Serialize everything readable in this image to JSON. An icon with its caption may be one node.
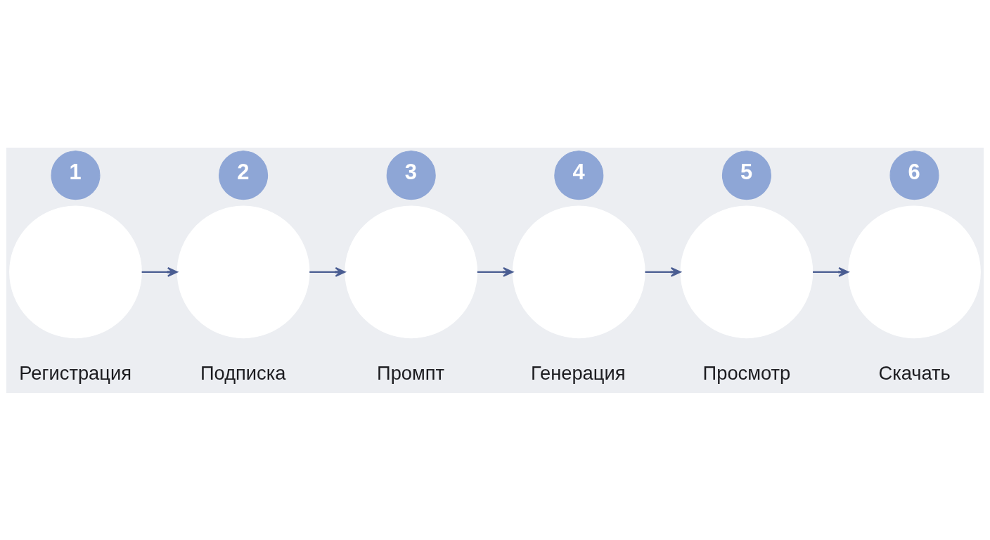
{
  "diagram": {
    "nodes": [
      {
        "text": [
          "1"
        ]
      },
      {
        "text": [],
        "shape": "circle",
        "beside": [
          "Регистрация"
        ]
      },
      {
        "text": [
          "2"
        ]
      },
      {
        "text": [],
        "shape": "circle",
        "beside": [
          "Подписка"
        ]
      },
      {
        "text": [
          "3"
        ]
      },
      {
        "text": [],
        "shape": "circle",
        "beside": [
          "Промпт"
        ]
      },
      {
        "text": [
          "4"
        ]
      },
      {
        "text": [],
        "shape": "circle",
        "beside": [
          "Генерация"
        ]
      },
      {
        "text": [
          "5"
        ]
      },
      {
        "text": [],
        "shape": "circle",
        "beside": [
          "Просмотр"
        ]
      },
      {
        "text": [
          "6"
        ]
      },
      {
        "text": [],
        "shape": "circle",
        "beside": [
          "Скачать"
        ]
      }
    ],
    "edges": [
      {
        "from": 1,
        "to": 3,
        "arrow": "to"
      },
      {
        "from": 3,
        "to": 5,
        "arrow": "to"
      },
      {
        "from": 5,
        "to": 7,
        "arrow": "to"
      },
      {
        "from": 7,
        "to": 9,
        "arrow": "to"
      },
      {
        "from": 9,
        "to": 11,
        "arrow": "to"
      }
    ]
  }
}
